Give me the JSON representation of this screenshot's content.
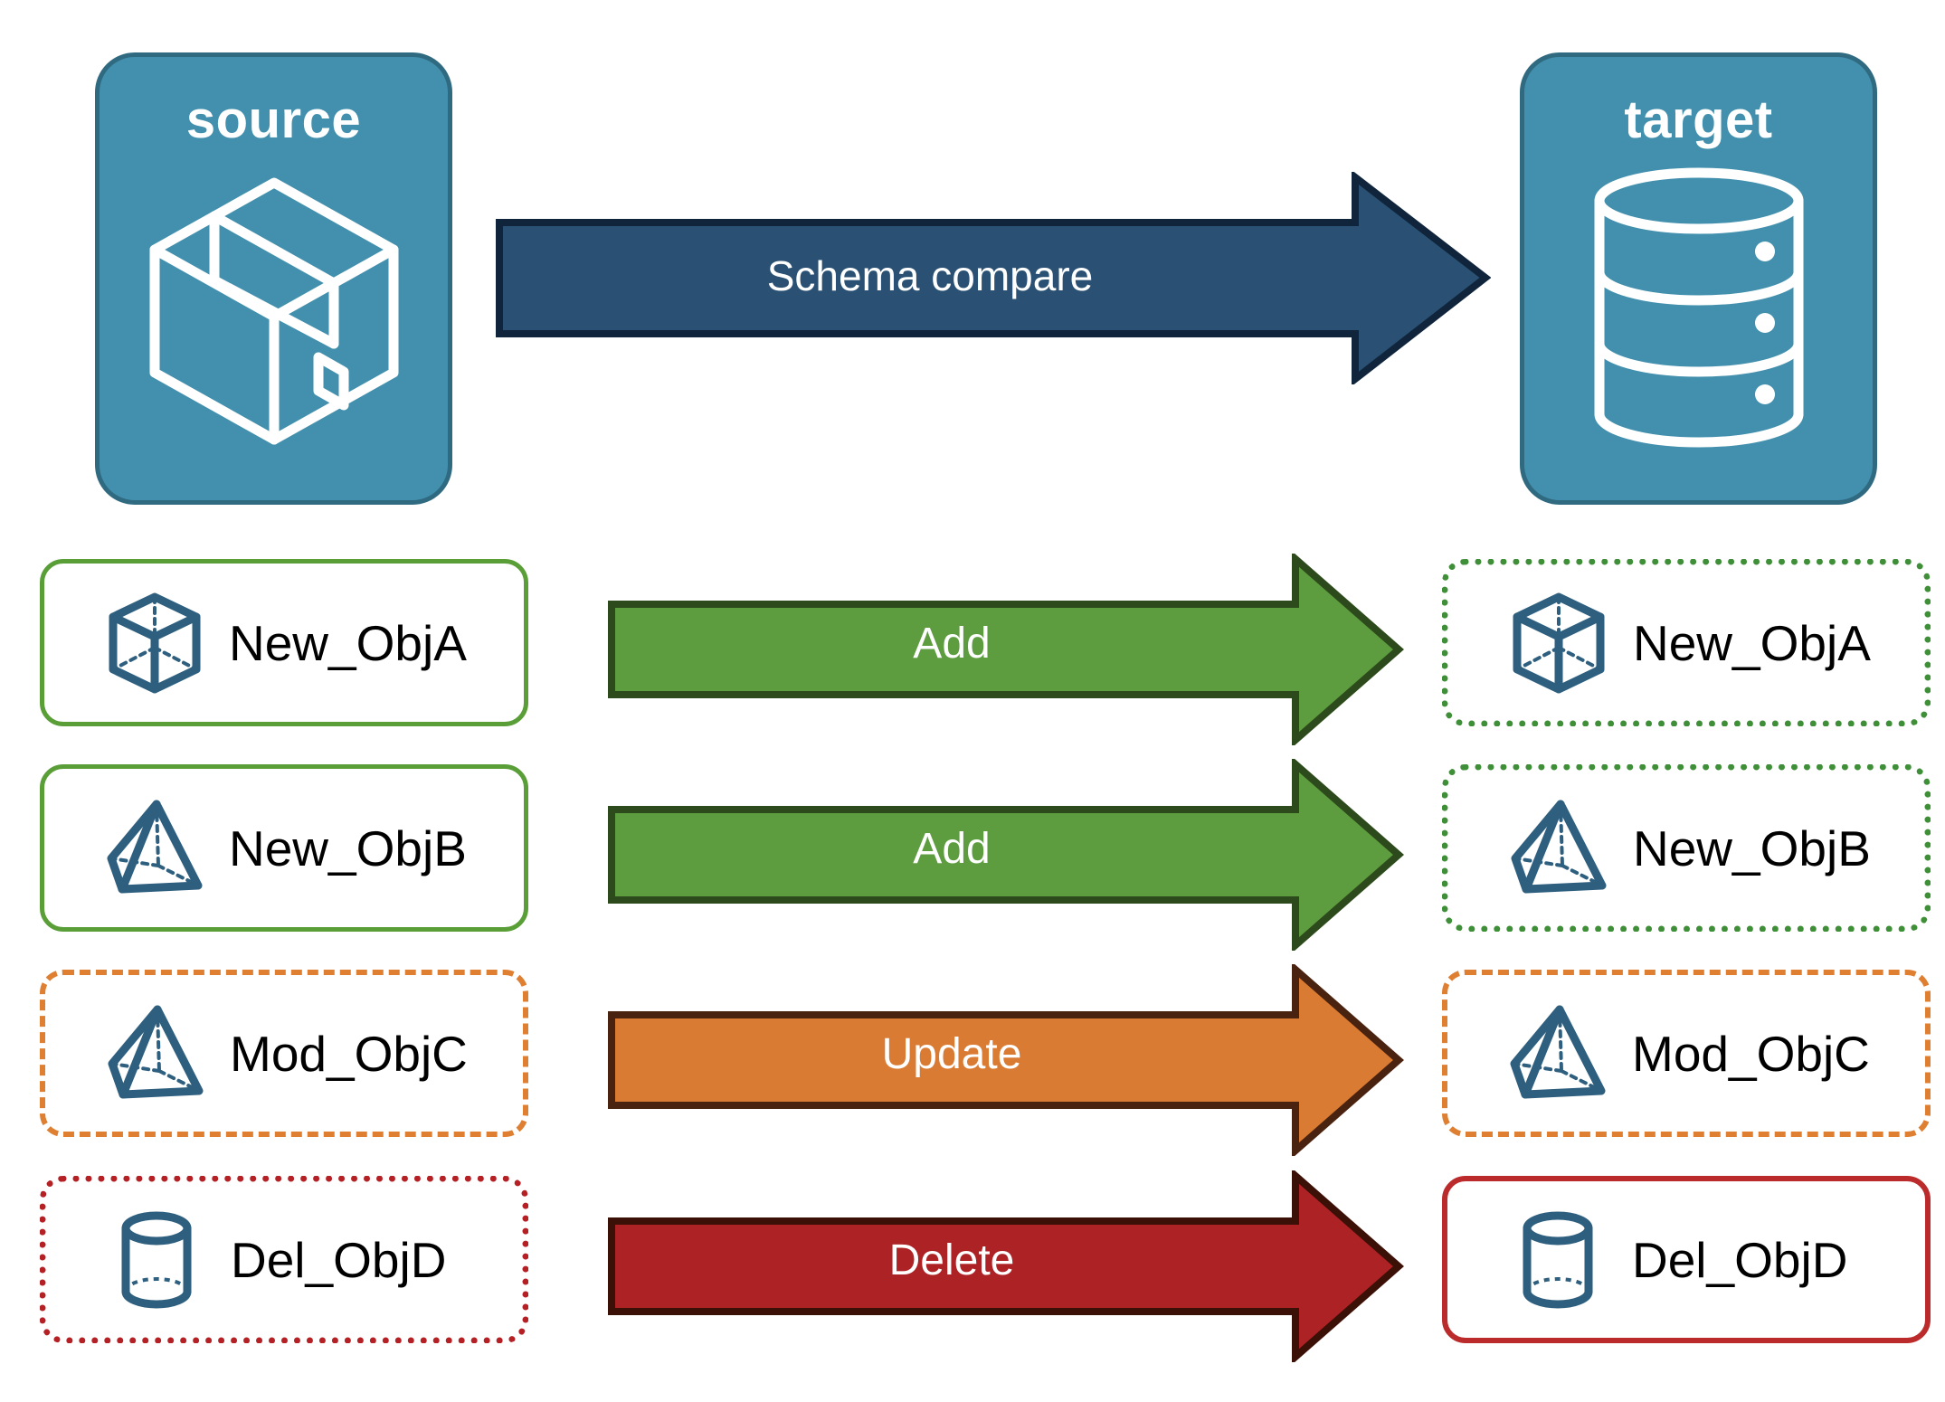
{
  "endpoints": [
    {
      "id": "source",
      "title": "source",
      "icon": "package-box-icon",
      "fill": "#4290ad",
      "stroke": "#2f6a80"
    },
    {
      "id": "target",
      "title": "target",
      "icon": "database-cylinder-icon",
      "fill": "#4290ad",
      "stroke": "#2f6a80"
    }
  ],
  "compare": {
    "label": "Schema compare",
    "fill": "#2a5173",
    "stroke": "#10253b"
  },
  "rows": [
    {
      "action": "Add",
      "action_fill": "#5d9c3f",
      "action_stroke": "#2d4a1c",
      "source": {
        "name": "New_ObjA",
        "icon": "cube-wireframe-icon",
        "border_style": "solid",
        "border_color": "#5a9e38"
      },
      "target": {
        "name": "New_ObjA",
        "icon": "cube-wireframe-icon",
        "border_style": "dotted",
        "border_color": "#3f8f38"
      }
    },
    {
      "action": "Add",
      "action_fill": "#5d9c3f",
      "action_stroke": "#2d4a1c",
      "source": {
        "name": "New_ObjB",
        "icon": "pyramid-wireframe-icon",
        "border_style": "solid",
        "border_color": "#5a9e38"
      },
      "target": {
        "name": "New_ObjB",
        "icon": "pyramid-wireframe-icon",
        "border_style": "dotted",
        "border_color": "#3f8f38"
      }
    },
    {
      "action": "Update",
      "action_fill": "#da7b33",
      "action_stroke": "#4a2310",
      "source": {
        "name": "Mod_ObjC",
        "icon": "pyramid-wireframe-icon",
        "border_style": "dashed",
        "border_color": "#df7f32"
      },
      "target": {
        "name": "Mod_ObjC",
        "icon": "pyramid-wireframe-icon",
        "border_style": "dashed",
        "border_color": "#df7f32"
      }
    },
    {
      "action": "Delete",
      "action_fill": "#ad2225",
      "action_stroke": "#3b1007",
      "source": {
        "name": "Del_ObjD",
        "icon": "cylinder-wireframe-icon",
        "border_style": "dotted",
        "border_color": "#b52025"
      },
      "target": {
        "name": "Del_ObjD",
        "icon": "cylinder-wireframe-icon",
        "border_style": "solid",
        "border_color": "#bc2b2b"
      }
    }
  ],
  "palette": {
    "panel_fill": "#4290ad",
    "panel_stroke": "#2f6a80",
    "icon_blue": "#2e5f7f",
    "text_dark": "#000000",
    "background": "#ffffff"
  }
}
